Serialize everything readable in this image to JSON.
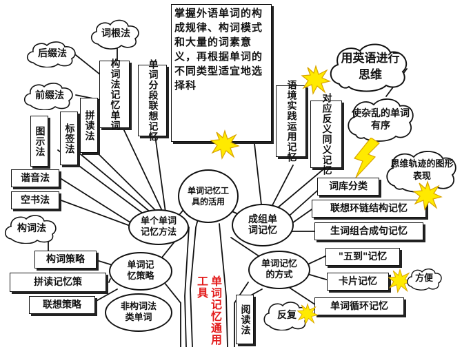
{
  "center": "单词记忆工具的活用",
  "trunk": "单词记忆通用工具",
  "description": "掌握外语单词的构成规律、构词模式和大量的词素意义，再根据单词的不同类型适宜地选择科",
  "hubs": {
    "single_word": "单个单词记忆方法",
    "group": "成组单词记忆",
    "strategy": "单词记忆策略",
    "method": "单词记忆的方式",
    "non_structural": "非构词法类单词"
  },
  "clouds": {
    "root": "词根法",
    "suffix": "后缀法",
    "prefix": "前缀法",
    "word_formation": "构词法",
    "think_english": "用英语进行思维",
    "ordered": "使杂乱的单词有序",
    "thinking_graph": "思维轨迹的图形表现",
    "repeat": "反复"
  },
  "vertical_boxes": {
    "structural_memory": "构词法记忆单词",
    "segment_memory": "单词分段联想记忆",
    "spell": "拼读法",
    "label": "标签法",
    "diagram": "图示法",
    "context": "语境实践运用记忆",
    "synonym": "对应反义同义记忆",
    "reading": "阅读法"
  },
  "horizontal_boxes": {
    "homophone": "谐音法",
    "air_writing": "空书法",
    "word_formation_strategy": "构词策略",
    "spell_strategy": "拼读记忆策",
    "association_strategy": "联想策略",
    "word_bank": "词库分类",
    "chain_structure": "联想环链结构记忆",
    "new_word_group": "生词组合成句记忆",
    "five_to": "\"五到\"记忆",
    "card_memory": "卡片记忆",
    "loop_memory": "单词循环记忆"
  },
  "star_label": "方便",
  "colors": {
    "stroke": "#111111",
    "trunk_text": "#e31b1b",
    "star_fill": "#ffea00",
    "star_stroke": "#d9a400"
  }
}
